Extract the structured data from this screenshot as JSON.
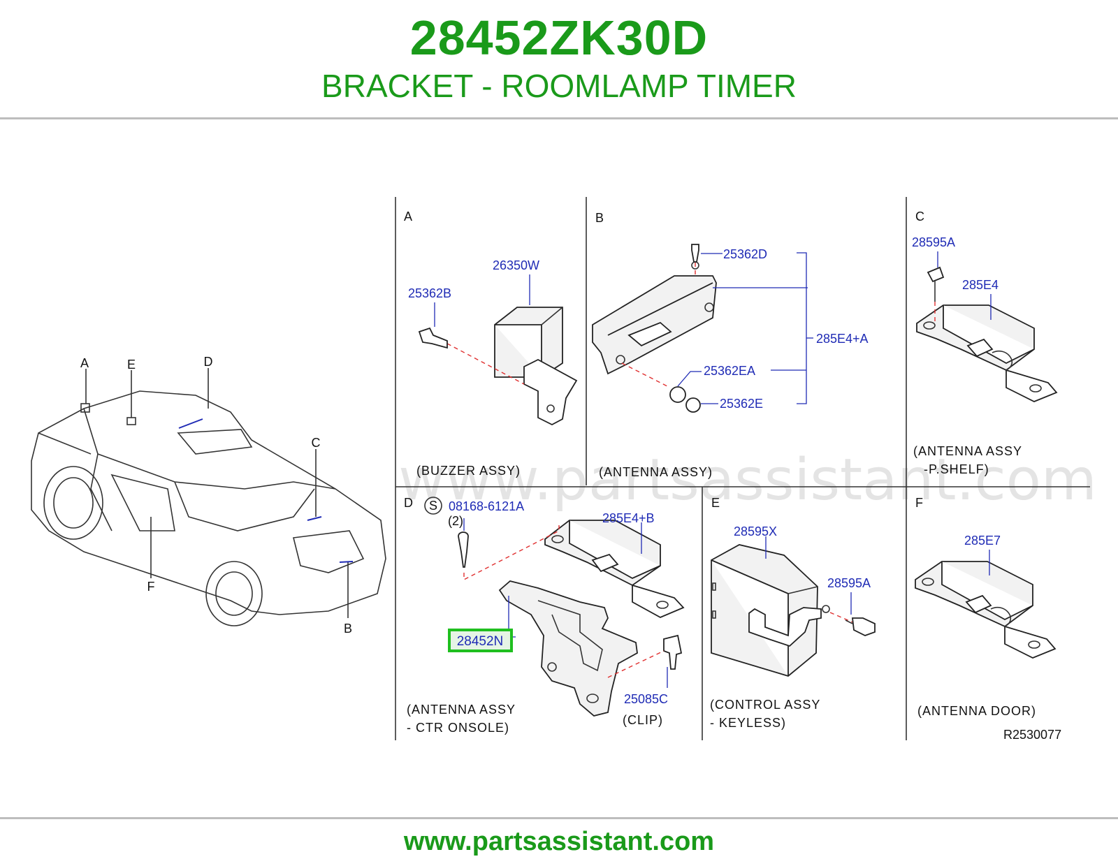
{
  "header": {
    "part_number": "28452ZK30D",
    "part_name": "BRACKET - ROOMLAMP TIMER"
  },
  "watermark": "www.partsassistant.com",
  "footer": {
    "url": "www.partsassistant.com"
  },
  "colors": {
    "brand_green": "#1a9a1a",
    "label_blue": "#1f2bb5",
    "highlight_green": "#1fbf1f",
    "dash_red": "#e03030"
  },
  "car": {
    "markers": {
      "a": "A",
      "e": "E",
      "d": "D",
      "c": "C",
      "f": "F",
      "b": "B"
    }
  },
  "sections": {
    "a": {
      "letter": "A",
      "parts": [
        "26350W",
        "25362B"
      ],
      "caption": "(BUZZER ASSY)"
    },
    "b": {
      "letter": "B",
      "parts": [
        "25362D",
        "285E4+A",
        "25362EA",
        "25362E"
      ],
      "caption": "(ANTENNA ASSY)"
    },
    "c": {
      "letter": "C",
      "parts": [
        "28595A",
        "285E4"
      ],
      "caption_1": "(ANTENNA ASSY",
      "caption_2": "-P.SHELF)"
    },
    "d": {
      "letter": "D",
      "s_symbol": "S",
      "parts": [
        "08168-6121A",
        "(2)",
        "285E4+B",
        "28452N",
        "25085C",
        "(CLIP)"
      ],
      "caption_1": "(ANTENNA ASSY",
      "caption_2": "- CTR ONSOLE)"
    },
    "e": {
      "letter": "E",
      "parts": [
        "28595X",
        "28595A"
      ],
      "caption_1": "(CONTROL ASSY",
      "caption_2": "- KEYLESS)"
    },
    "f": {
      "letter": "F",
      "parts": [
        "285E7"
      ],
      "caption": "(ANTENNA DOOR)",
      "ref_code": "R2530077"
    }
  }
}
